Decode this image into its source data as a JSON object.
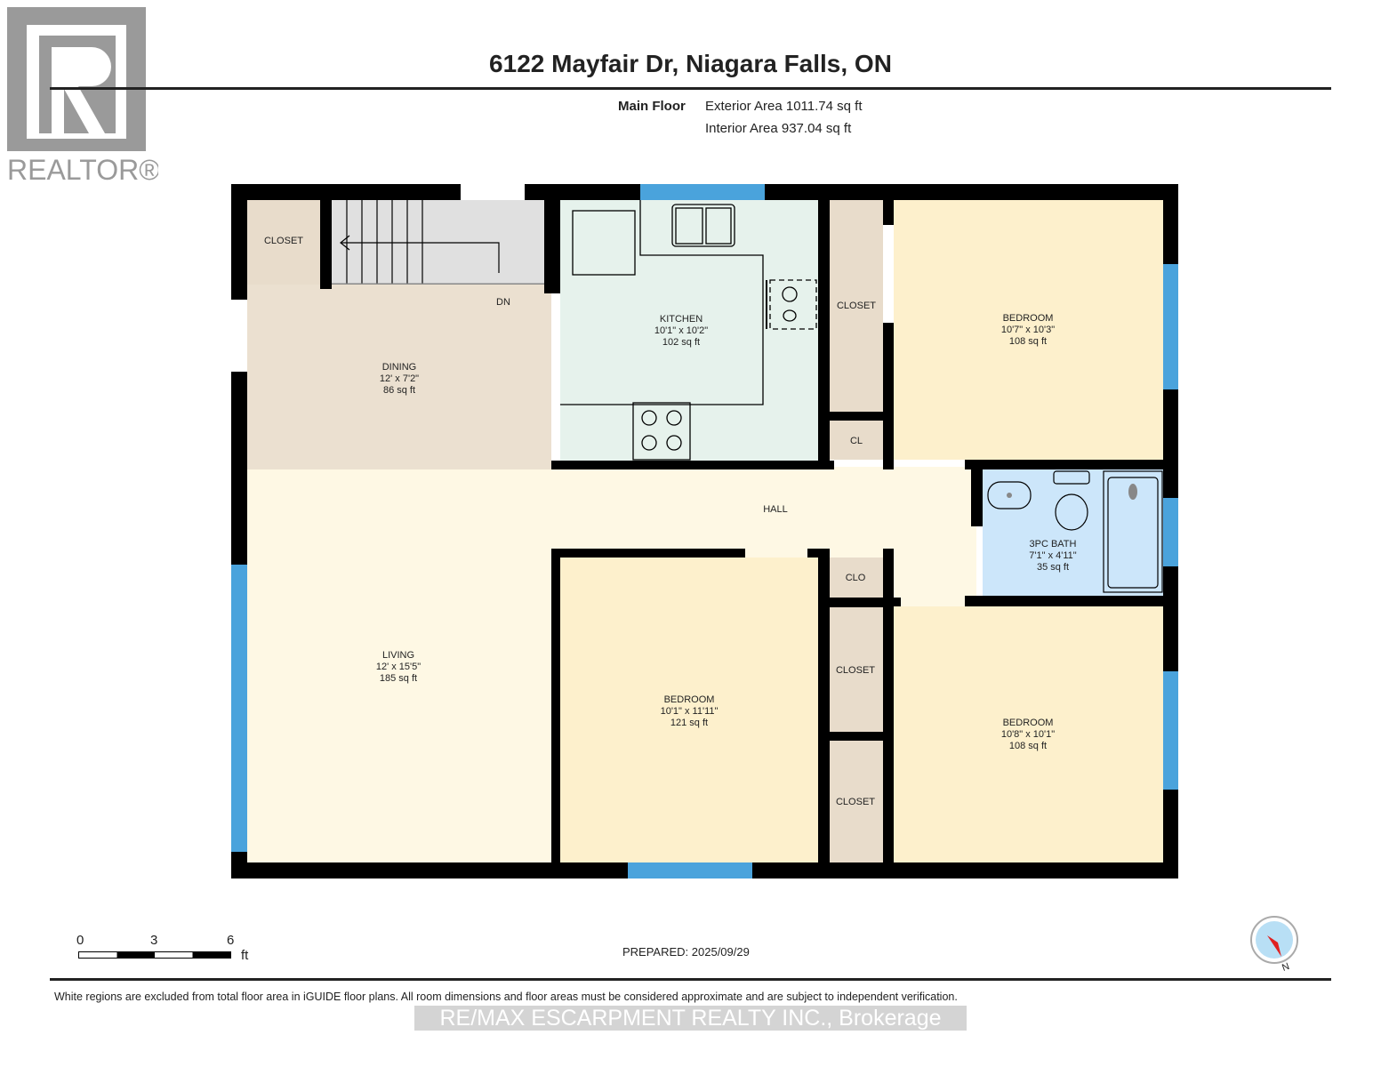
{
  "logo": {
    "text": "REALTOR®"
  },
  "header": {
    "title": "6122 Mayfair Dr, Niagara Falls, ON",
    "floor": "Main Floor",
    "exterior_area": "Exterior Area 1011.74 sq ft",
    "interior_area": "Interior Area 937.04 sq ft"
  },
  "rooms": [
    {
      "name": "CLOSET"
    },
    {
      "name": "DINING",
      "dims": "12' x 7'2\"",
      "area": "86 sq ft"
    },
    {
      "name": "KITCHEN",
      "dims": "10'1\" x 10'2\"",
      "area": "102 sq ft"
    },
    {
      "name": "CLOSET"
    },
    {
      "name": "BEDROOM",
      "dims": "10'7\" x 10'3\"",
      "area": "108 sq ft"
    },
    {
      "name": "CL"
    },
    {
      "name": "HALL"
    },
    {
      "name": "3PC BATH",
      "dims": "7'1\" x 4'11\"",
      "area": "35 sq ft"
    },
    {
      "name": "CLO"
    },
    {
      "name": "LIVING",
      "dims": "12' x 15'5\"",
      "area": "185 sq ft"
    },
    {
      "name": "BEDROOM",
      "dims": "10'1\" x 11'11\"",
      "area": "121 sq ft"
    },
    {
      "name": "CLOSET"
    },
    {
      "name": "BEDROOM",
      "dims": "10'8\" x 10'1\"",
      "area": "108 sq ft"
    },
    {
      "name": "CLOSET"
    }
  ],
  "stairs_label": "DN",
  "colors": {
    "wall": "#000000",
    "window": "#4aa3dc",
    "bedroom": "#fdf0cc",
    "hall": "#fef8e4",
    "dining": "#ebe0d0",
    "closet": "#e8dccb",
    "kitchen": "#e6f2ec",
    "bath": "#cce6fa",
    "stairs": "#e0e0e0"
  },
  "scale": {
    "ticks": [
      "0",
      "3",
      "6"
    ],
    "unit": "ft"
  },
  "prepared": "PREPARED: 2025/09/29",
  "compass": {
    "label": "N",
    "icon": "compass-icon"
  },
  "disclaimer": "White regions are excluded from total floor area in iGUIDE floor plans. All room dimensions and floor areas must be considered approximate and are subject to independent verification.",
  "watermark": "RE/MAX ESCARPMENT REALTY INC., Brokerage"
}
